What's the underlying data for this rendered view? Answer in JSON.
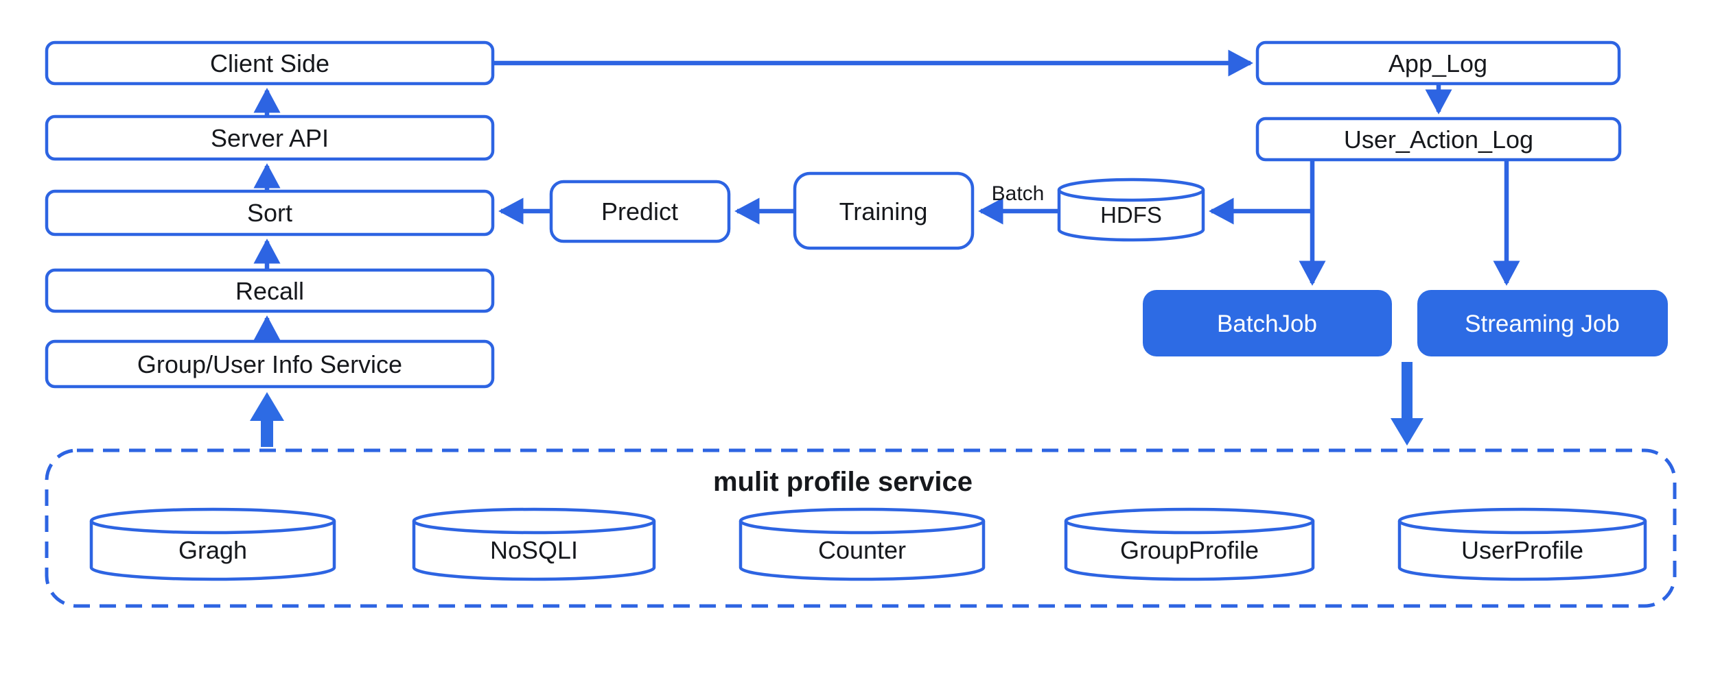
{
  "colors": {
    "accent_stroke": "#2d64e2",
    "accent_fill": "#2d6be4",
    "text_dark": "#16181c",
    "text_light": "#ffffff",
    "background": "#ffffff"
  },
  "nodes": {
    "client_side": "Client Side",
    "server_api": "Server API",
    "sort": "Sort",
    "recall": "Recall",
    "group_user_info": "Group/User Info Service",
    "predict": "Predict",
    "training": "Training",
    "hdfs": "HDFS",
    "app_log": "App_Log",
    "user_action_log": "User_Action_Log",
    "batch_job": "BatchJob",
    "streaming_job": "Streaming Job",
    "gragh": "Gragh",
    "nosqli": "NoSQLI",
    "counter": "Counter",
    "group_profile": "GroupProfile",
    "user_profile": "UserProfile"
  },
  "container": {
    "title": "mulit profile service"
  },
  "edge_labels": {
    "batch": "Batch"
  },
  "edges": [
    {
      "from": "server_api",
      "to": "client_side"
    },
    {
      "from": "sort",
      "to": "server_api"
    },
    {
      "from": "recall",
      "to": "sort"
    },
    {
      "from": "group_user_info",
      "to": "recall"
    },
    {
      "from": "client_side",
      "to": "app_log"
    },
    {
      "from": "app_log",
      "to": "user_action_log"
    },
    {
      "from": "user_action_log",
      "to": "batch_job"
    },
    {
      "from": "user_action_log",
      "to": "streaming_job"
    },
    {
      "from": "user_action_log",
      "to": "hdfs"
    },
    {
      "from": "hdfs",
      "to": "training",
      "label": "Batch"
    },
    {
      "from": "training",
      "to": "predict"
    },
    {
      "from": "predict",
      "to": "sort"
    },
    {
      "from": "multi_profile_service",
      "to": "group_user_info"
    },
    {
      "from": "streaming_job",
      "to": "multi_profile_service"
    }
  ]
}
